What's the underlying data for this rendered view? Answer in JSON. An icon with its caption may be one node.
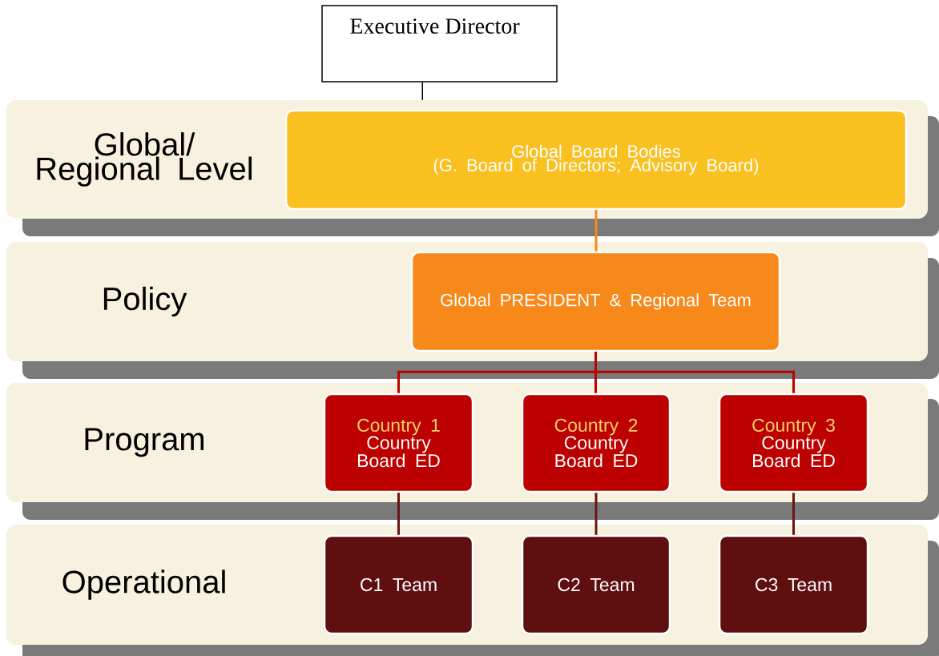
{
  "diagram": {
    "nodes": [
      {
        "text": [
          "Executive Director"
        ]
      },
      {
        "text": [
          "Global/ Regional Level"
        ]
      },
      {
        "text": [
          "Global Board Bodies",
          "(G. Board of Directors; Advisory Board)"
        ],
        "in": 1
      },
      {
        "text": [
          "Policy"
        ]
      },
      {
        "text": [
          "Global PRESIDENT & Regional Team"
        ],
        "in": 3
      },
      {
        "text": [
          "Program"
        ]
      },
      {
        "text": [
          "Country 1",
          "Country Board ED"
        ],
        "in": 5
      },
      {
        "text": [
          "Country 2",
          "Country Board ED"
        ],
        "in": 5
      },
      {
        "text": [
          "Country 3",
          "Country Board ED"
        ],
        "in": 5
      },
      {
        "text": [
          "Operational"
        ]
      },
      {
        "text": [
          "C1 Team"
        ],
        "in": 9
      },
      {
        "text": [
          "C2 Team"
        ],
        "in": 9
      },
      {
        "text": [
          "C3 Team"
        ],
        "in": 9
      }
    ],
    "edges": [
      {
        "from": 0,
        "to": 1,
        "arrow": "none",
        "color": "#000000"
      },
      {
        "from": 2,
        "to": 4,
        "arrow": "none",
        "color": "#f7891b"
      },
      {
        "from": 4,
        "to": 6,
        "arrow": "none",
        "color": "#bd0000"
      },
      {
        "from": 4,
        "to": 7,
        "arrow": "none",
        "color": "#bd0000"
      },
      {
        "from": 4,
        "to": 8,
        "arrow": "none",
        "color": "#bd0000"
      },
      {
        "from": 6,
        "to": 10,
        "arrow": "none",
        "color": "#6b1414"
      },
      {
        "from": 7,
        "to": 11,
        "arrow": "none",
        "color": "#6b1414"
      },
      {
        "from": 8,
        "to": 12,
        "arrow": "none",
        "color": "#6b1414"
      }
    ]
  }
}
